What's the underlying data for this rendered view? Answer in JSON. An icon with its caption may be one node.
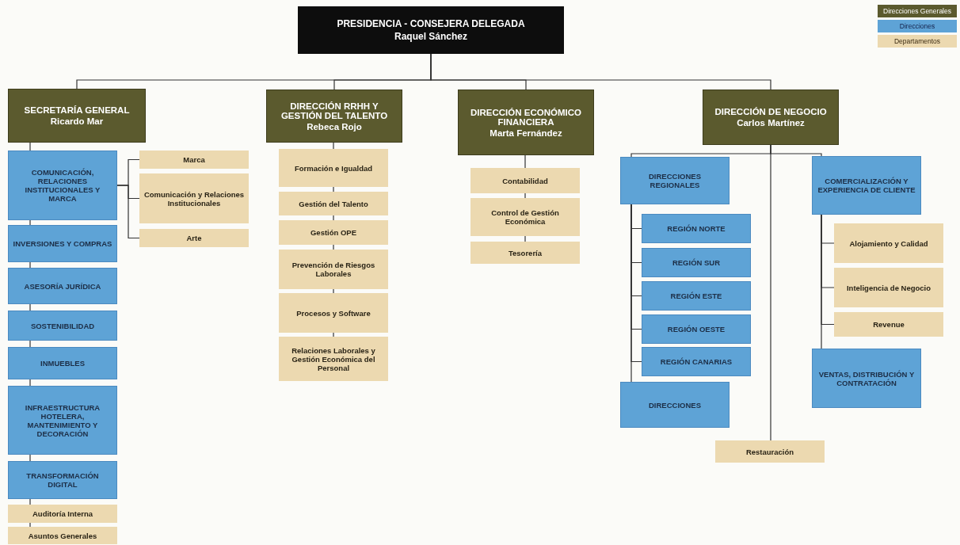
{
  "diagram": {
    "nodes": [
      {
        "text": [
          "PRESIDENCIA - CONSEJERA DELEGADA",
          "Raquel Sánchez"
        ]
      },
      {
        "text": [
          "SECRETARÍA GENERAL",
          "Ricardo Mar"
        ]
      },
      {
        "text": [
          "COMUNICACIÓN, RELACIONES INSTITUCIONALES Y MARCA"
        ]
      },
      {
        "text": [
          "INVERSIONES Y COMPRAS"
        ]
      },
      {
        "text": [
          "ASESORÍA JURÍDICA"
        ]
      },
      {
        "text": [
          "SOSTENIBILIDAD"
        ]
      },
      {
        "text": [
          "INMUEBLES"
        ]
      },
      {
        "text": [
          "INFRAESTRUCTURA HOTELERA, MANTENIMIENTO Y DECORACIÓN"
        ]
      },
      {
        "text": [
          "TRANSFORMACIÓN DIGITAL"
        ]
      },
      {
        "text": [
          "Auditoría Interna"
        ]
      },
      {
        "text": [
          "Asuntos Generales"
        ]
      },
      {
        "text": [
          "Marca"
        ]
      },
      {
        "text": [
          "Comunicación y Relaciones Institucionales"
        ]
      },
      {
        "text": [
          "Arte"
        ]
      },
      {
        "text": [
          "DIRECCIÓN RRHH Y GESTIÓN DEL TALENTO",
          "Rebeca Rojo"
        ]
      },
      {
        "text": [
          "Formación e Igualdad"
        ]
      },
      {
        "text": [
          "Gestión del Talento"
        ]
      },
      {
        "text": [
          "Gestión OPE"
        ]
      },
      {
        "text": [
          "Prevención de Riesgos Laborales"
        ]
      },
      {
        "text": [
          "Procesos y Software"
        ]
      },
      {
        "text": [
          "Relaciones Laborales y Gestión Económica del Personal"
        ]
      },
      {
        "text": [
          "DIRECCIÓN ECONÓMICO FINANCIERA",
          "Marta Fernández"
        ]
      },
      {
        "text": [
          "Contabilidad"
        ]
      },
      {
        "text": [
          "Control de Gestión Económica"
        ]
      },
      {
        "text": [
          "Tesorería"
        ]
      },
      {
        "text": [
          "DIRECCIÓN DE NEGOCIO",
          "Carlos Martínez"
        ]
      },
      {
        "text": [
          "DIRECCIONES REGIONALES"
        ]
      },
      {
        "text": [
          "REGIÓN NORTE"
        ]
      },
      {
        "text": [
          "REGIÓN SUR"
        ]
      },
      {
        "text": [
          "REGIÓN ESTE"
        ]
      },
      {
        "text": [
          "REGIÓN OESTE"
        ]
      },
      {
        "text": [
          "REGIÓN CANARIAS"
        ]
      },
      {
        "text": [
          "DIRECCIONES"
        ]
      },
      {
        "text": [
          "COMERCIALIZACIÓN Y EXPERIENCIA DE CLIENTE"
        ]
      },
      {
        "text": [
          "Alojamiento y Calidad"
        ]
      },
      {
        "text": [
          "Inteligencia de Negocio"
        ]
      },
      {
        "text": [
          "Revenue"
        ]
      },
      {
        "text": [
          "VENTAS, DISTRIBUCIÓN Y CONTRATACIÓN"
        ]
      },
      {
        "text": [
          "Restauración"
        ]
      }
    ],
    "edges": [
      {
        "from": 0,
        "to": 1,
        "arrow": "none"
      },
      {
        "from": 0,
        "to": 14,
        "arrow": "none"
      },
      {
        "from": 0,
        "to": 21,
        "arrow": "none"
      },
      {
        "from": 0,
        "to": 25,
        "arrow": "none"
      },
      {
        "from": 1,
        "to": 2,
        "arrow": "none"
      },
      {
        "from": 2,
        "to": 3,
        "arrow": "none"
      },
      {
        "from": 3,
        "to": 4,
        "arrow": "none"
      },
      {
        "from": 4,
        "to": 5,
        "arrow": "none"
      },
      {
        "from": 5,
        "to": 6,
        "arrow": "none"
      },
      {
        "from": 6,
        "to": 7,
        "arrow": "none"
      },
      {
        "from": 7,
        "to": 8,
        "arrow": "none"
      },
      {
        "from": 8,
        "to": 9,
        "arrow": "none"
      },
      {
        "from": 9,
        "to": 10,
        "arrow": "none"
      },
      {
        "from": 2,
        "to": 11,
        "arrow": "none"
      },
      {
        "from": 2,
        "to": 12,
        "arrow": "none"
      },
      {
        "from": 2,
        "to": 13,
        "arrow": "none"
      },
      {
        "from": 14,
        "to": 15,
        "arrow": "none"
      },
      {
        "from": 15,
        "to": 16,
        "arrow": "none"
      },
      {
        "from": 16,
        "to": 17,
        "arrow": "none"
      },
      {
        "from": 17,
        "to": 18,
        "arrow": "none"
      },
      {
        "from": 18,
        "to": 19,
        "arrow": "none"
      },
      {
        "from": 19,
        "to": 20,
        "arrow": "none"
      },
      {
        "from": 21,
        "to": 22,
        "arrow": "none"
      },
      {
        "from": 22,
        "to": 23,
        "arrow": "none"
      },
      {
        "from": 23,
        "to": 24,
        "arrow": "none"
      },
      {
        "from": 25,
        "to": 26,
        "arrow": "none"
      },
      {
        "from": 25,
        "to": 33,
        "arrow": "none"
      },
      {
        "from": 25,
        "to": 38,
        "arrow": "none"
      },
      {
        "from": 26,
        "to": 27,
        "arrow": "none"
      },
      {
        "from": 26,
        "to": 28,
        "arrow": "none"
      },
      {
        "from": 26,
        "to": 29,
        "arrow": "none"
      },
      {
        "from": 26,
        "to": 30,
        "arrow": "none"
      },
      {
        "from": 26,
        "to": 31,
        "arrow": "none"
      },
      {
        "from": 26,
        "to": 32,
        "arrow": "none"
      },
      {
        "from": 33,
        "to": 34,
        "arrow": "none"
      },
      {
        "from": 33,
        "to": 35,
        "arrow": "none"
      },
      {
        "from": 33,
        "to": 36,
        "arrow": "none"
      },
      {
        "from": 33,
        "to": 37,
        "arrow": "none"
      }
    ],
    "legend": [
      {
        "text": "Direcciones Generales",
        "color": "#5b5a2e"
      },
      {
        "text": "Direcciones",
        "color": "#5ea3d6"
      },
      {
        "text": "Departamentos",
        "color": "#ecd9b0"
      }
    ]
  }
}
